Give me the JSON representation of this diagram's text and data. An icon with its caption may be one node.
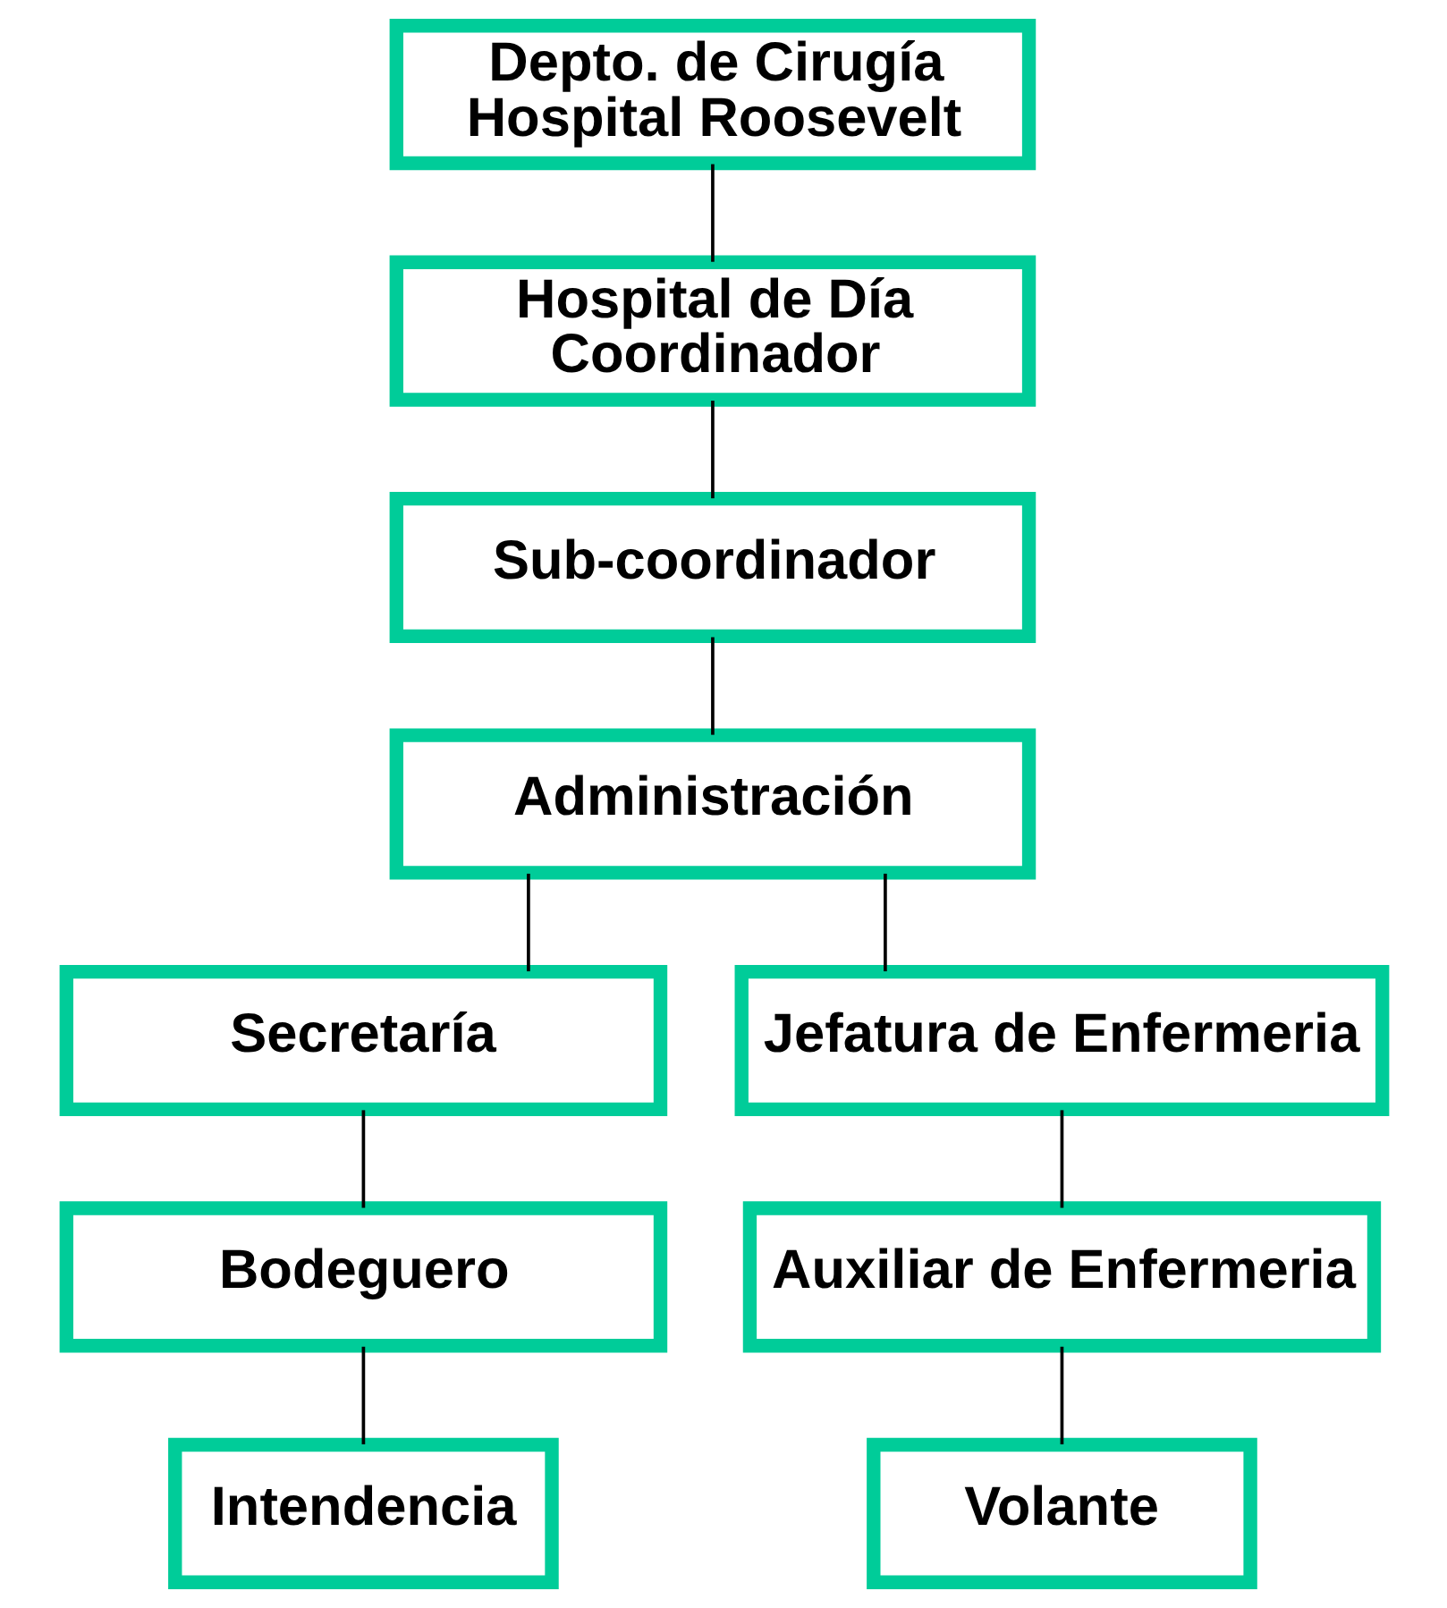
{
  "diagram": {
    "nodes": [
      {
        "text": [
          "Depto. de Cirugía",
          "Hospital Roosevelt"
        ]
      },
      {
        "text": [
          "Hospital de Día",
          "Coordinador"
        ]
      },
      {
        "text": [
          "Sub-coordinador"
        ]
      },
      {
        "text": [
          "Administración"
        ]
      },
      {
        "text": [
          "Secretaría"
        ]
      },
      {
        "text": [
          "Jefatura de Enfermeria"
        ]
      },
      {
        "text": [
          "Bodeguero"
        ]
      },
      {
        "text": [
          "Auxiliar de Enfermeria"
        ]
      },
      {
        "text": [
          "Intendencia"
        ]
      },
      {
        "text": [
          "Volante"
        ]
      }
    ],
    "edges": [
      {
        "from": 0,
        "to": 1,
        "arrow": "none"
      },
      {
        "from": 1,
        "to": 2,
        "arrow": "none"
      },
      {
        "from": 2,
        "to": 3,
        "arrow": "none"
      },
      {
        "from": 3,
        "to": 4,
        "arrow": "none"
      },
      {
        "from": 3,
        "to": 5,
        "arrow": "none"
      },
      {
        "from": 4,
        "to": 6,
        "arrow": "none"
      },
      {
        "from": 5,
        "to": 7,
        "arrow": "none"
      },
      {
        "from": 6,
        "to": 8,
        "arrow": "none"
      },
      {
        "from": 7,
        "to": 9,
        "arrow": "none"
      }
    ]
  }
}
